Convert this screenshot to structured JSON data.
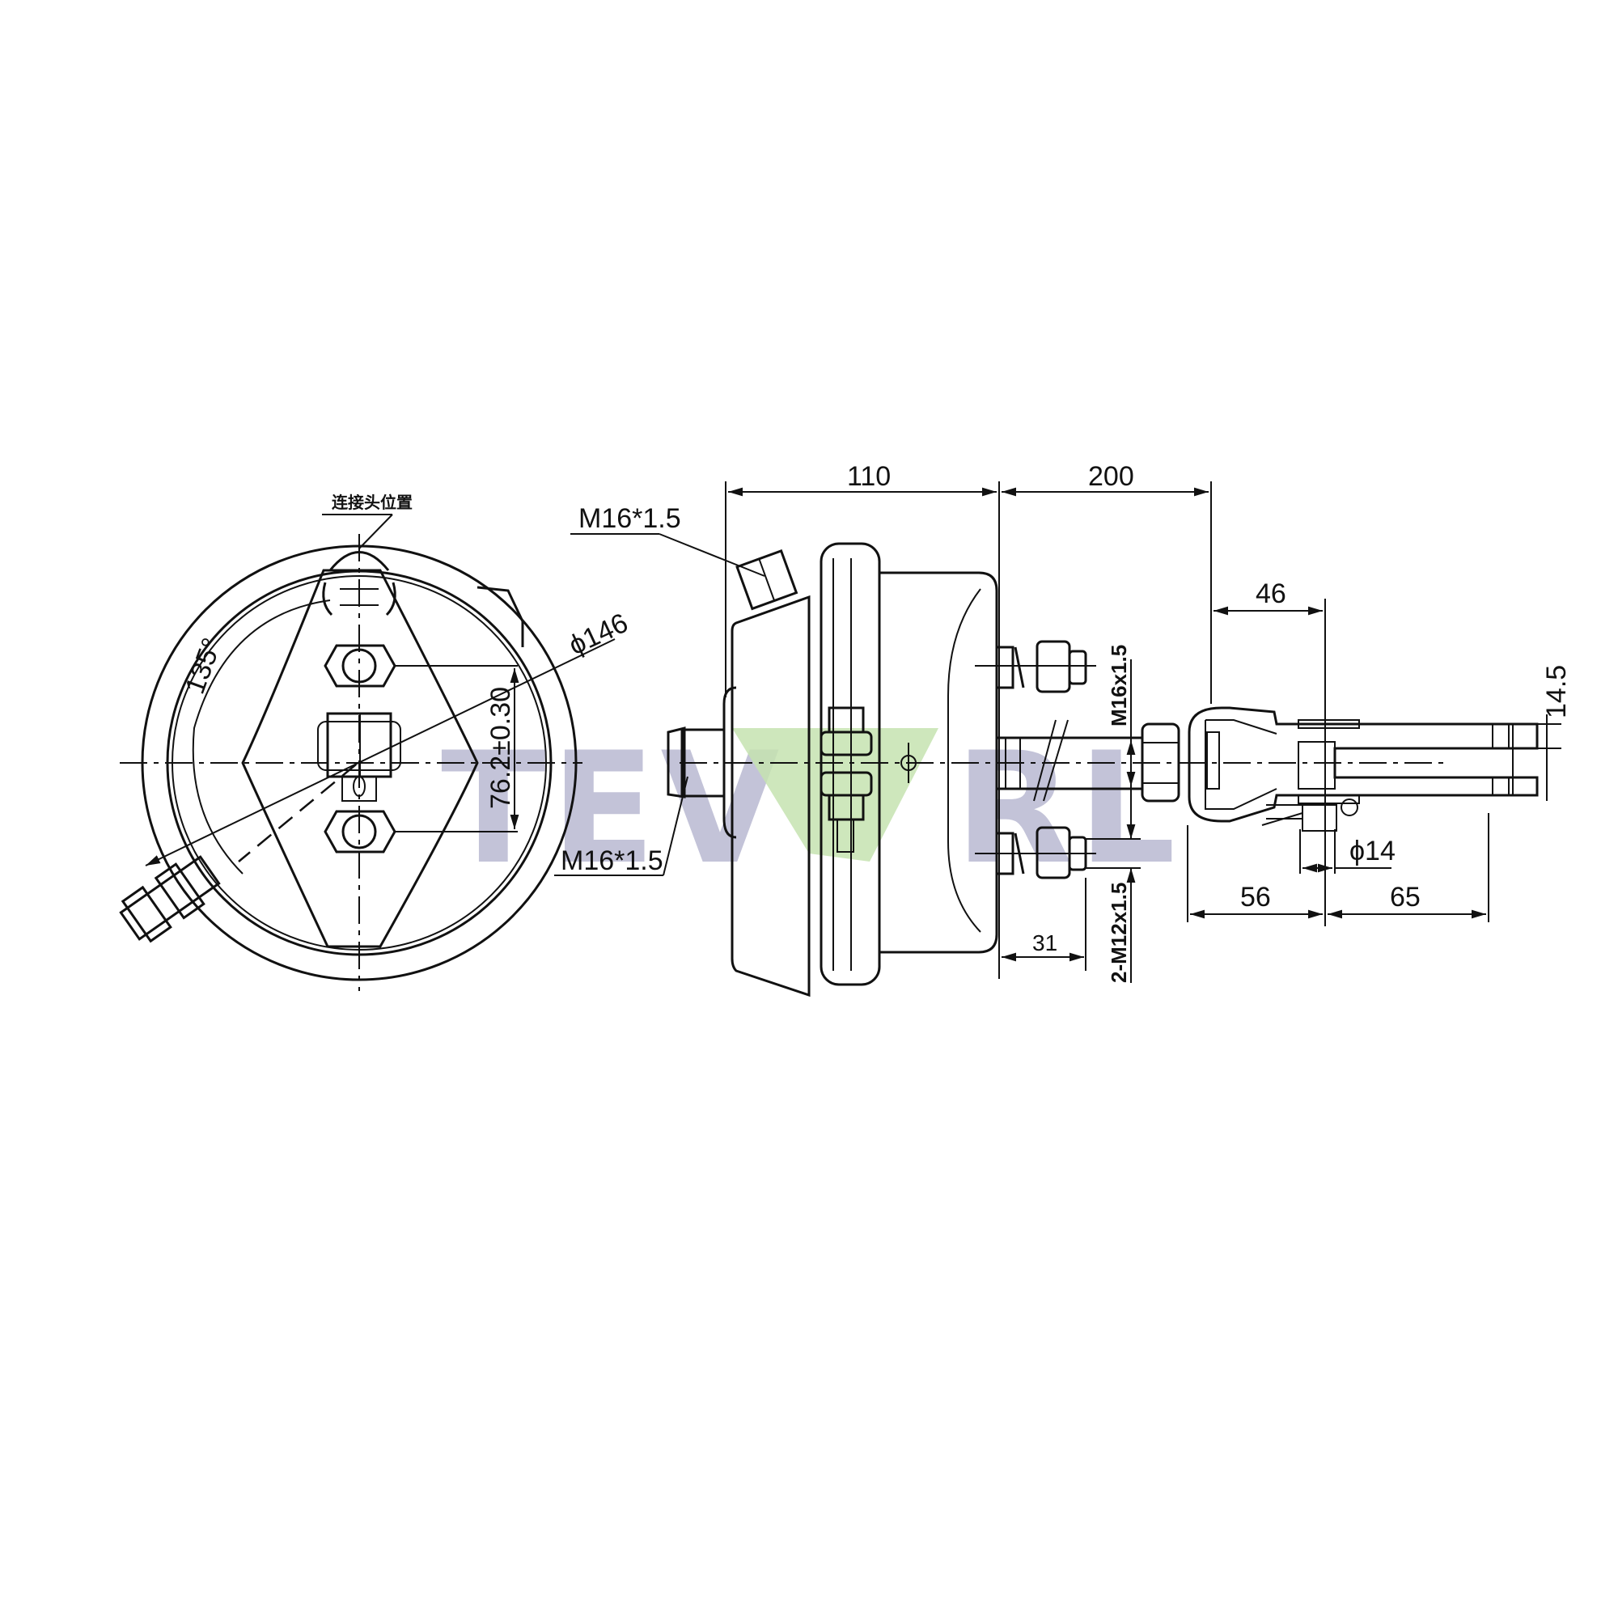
{
  "drawing": {
    "title": "Brake chamber technical drawing",
    "watermark": {
      "left_text": "TEV",
      "right_text": "RL",
      "text_color": "#b9b9d2",
      "logo_color": "#c6e3b0"
    },
    "front_view": {
      "connector_label": "连接头位置",
      "angle_label": "135°",
      "diameter_label": "ϕ146",
      "bolt_spacing_label": "76.2±0.30"
    },
    "side_view": {
      "top_port_label": "M16*1.5",
      "rear_port_label": "M16*1.5",
      "length_body_label": "110",
      "length_rod_label": "200",
      "rod_thread_label": "M16x1.5",
      "stud_thread_label": "2-M12x1.5",
      "stud_length_label": "31"
    },
    "clevis_view": {
      "dim_46": "46",
      "dim_14_5": "14.5",
      "pin_dia_label": "ϕ14",
      "dim_56": "56",
      "dim_65": "65"
    }
  }
}
